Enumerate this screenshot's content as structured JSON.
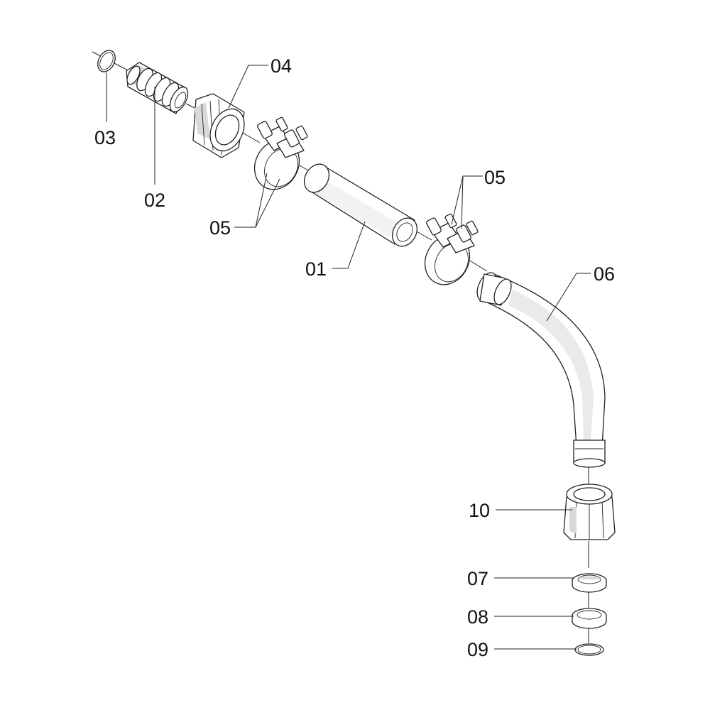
{
  "diagram": {
    "callouts": {
      "p01": "01",
      "p02": "02",
      "p03": "03",
      "p04": "04",
      "p05a": "05",
      "p05b": "05",
      "p06": "06",
      "p07": "07",
      "p08": "08",
      "p09": "09",
      "p10": "10"
    }
  }
}
